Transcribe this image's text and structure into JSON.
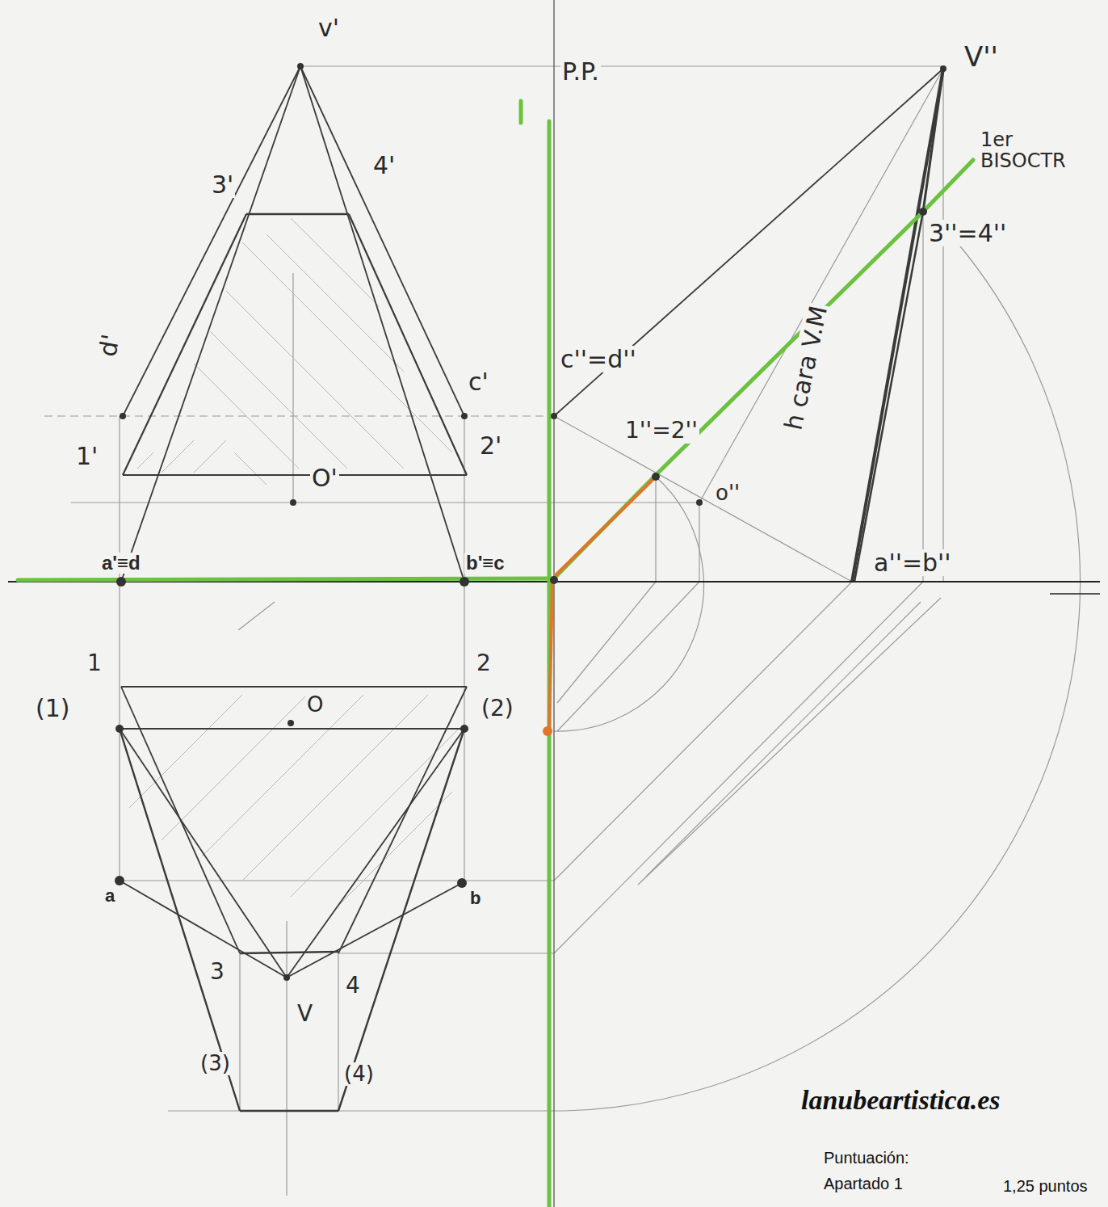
{
  "diagram": {
    "labels": [
      "v'",
      "P.P.",
      "V''",
      "1er BISOCTR",
      "3'",
      "4'",
      "3''=4''",
      "d'",
      "c'",
      "c''=d''",
      "1'",
      "2'",
      "O'",
      "1''=2''",
      "o''",
      "h cara V.M",
      "a'≡d",
      "b'≡c",
      "a''=b''",
      "1",
      "2",
      "(1)",
      "O",
      "(2)",
      "a",
      "b",
      "3",
      "4",
      "V",
      "(3)",
      "(4)",
      "lanubeartistica.es",
      "Puntuación:",
      "Apartado 1",
      "1,25 puntos"
    ]
  }
}
